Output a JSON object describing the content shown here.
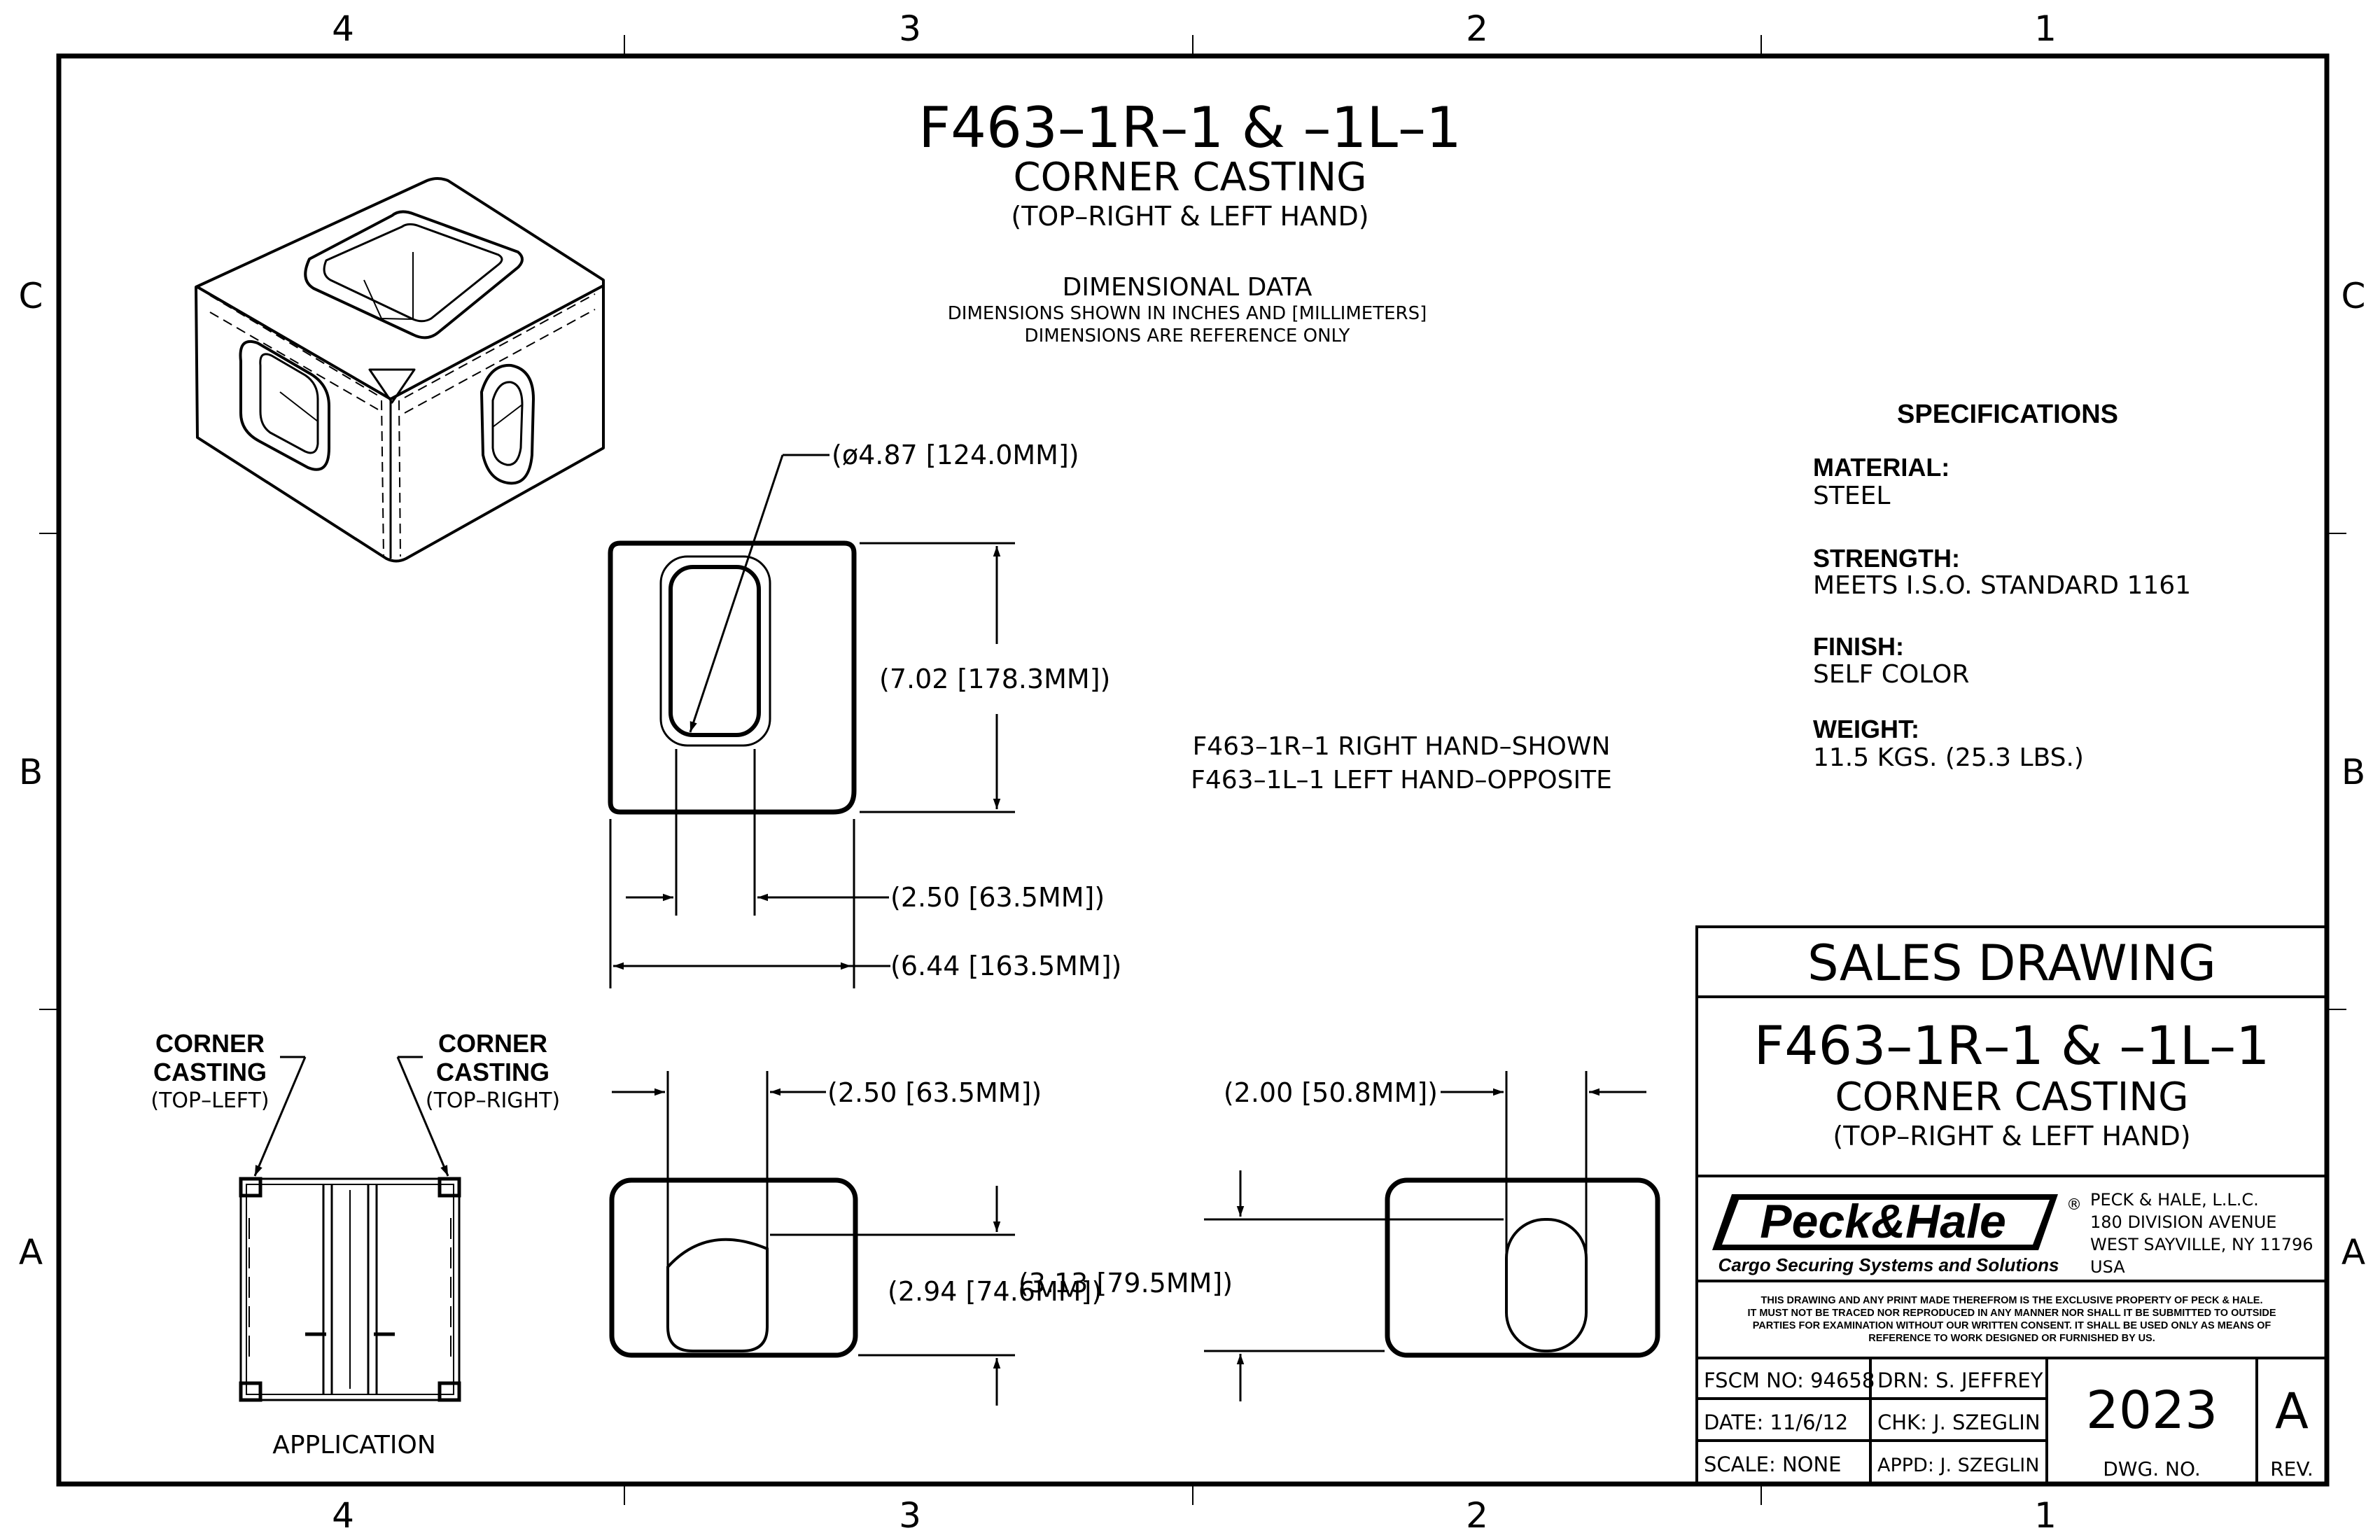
{
  "border": {
    "cols_top": [
      "4",
      "3",
      "2",
      "1"
    ],
    "cols_bottom": [
      "4",
      "3",
      "2",
      "1"
    ],
    "rows_left": [
      "C",
      "B",
      "A"
    ],
    "rows_right": [
      "C",
      "B",
      "A"
    ]
  },
  "title": {
    "part": "F463–1R–1 & –1L–1",
    "name": "CORNER CASTING",
    "hand": "(TOP–RIGHT & LEFT HAND)"
  },
  "dimensional": {
    "heading": "DIMENSIONAL DATA",
    "line1": "DIMENSIONS SHOWN IN INCHES AND [MILLIMETERS]",
    "line2": "DIMENSIONS ARE REFERENCE ONLY"
  },
  "dims": {
    "dia": "(ø4.87 [124.0MM])",
    "height": "(7.02 [178.3MM])",
    "slot_w": "(2.50 [63.5MM])",
    "width": "(6.44 [163.5MM])",
    "front_w": "(2.50 [63.5MM])",
    "side_w": "(2.00 [50.8MM])",
    "front_h": "(2.94 [74.6MM])",
    "side_h": "(3.13 [79.5MM])"
  },
  "hand_note": {
    "line1": "F463–1R–1 RIGHT HAND–SHOWN",
    "line2": "F463–1L–1 LEFT HAND–OPPOSITE"
  },
  "specs": {
    "heading": "SPECIFICATIONS",
    "items": [
      {
        "label": "MATERIAL:",
        "value": "STEEL"
      },
      {
        "label": "STRENGTH:",
        "value": "MEETS I.S.O. STANDARD 1161"
      },
      {
        "label": "FINISH:",
        "value": "SELF COLOR"
      },
      {
        "label": "WEIGHT:",
        "value": "11.5 KGS. (25.3 LBS.)"
      }
    ]
  },
  "application": {
    "left_line1": "CORNER",
    "left_line2": "CASTING",
    "left_line3": "(TOP–LEFT)",
    "right_line1": "CORNER",
    "right_line2": "CASTING",
    "right_line3": "(TOP–RIGHT)",
    "caption": "APPLICATION"
  },
  "title_block": {
    "sales": "SALES DRAWING",
    "part": "F463–1R–1 & –1L–1",
    "name": "CORNER CASTING",
    "hand": "(TOP–RIGHT & LEFT HAND)",
    "logo": "Peck&Hale",
    "tagline": "Cargo Securing Systems and Solutions",
    "company_line1": "PECK & HALE, L.L.C.",
    "company_line2": "180 DIVISION AVENUE",
    "company_line3": "WEST SAYVILLE, NY 11796",
    "company_line4": "USA",
    "notice1": "THIS DRAWING AND ANY PRINT MADE THEREFROM IS THE EXCLUSIVE PROPERTY OF PECK & HALE.",
    "notice2": "IT MUST NOT BE TRACED NOR REPRODUCED IN ANY MANNER NOR SHALL IT BE SUBMITTED TO OUTSIDE",
    "notice3": "PARTIES FOR EXAMINATION WITHOUT OUR WRITTEN CONSENT. IT SHALL BE USED ONLY AS MEANS OF",
    "notice4": "REFERENCE TO WORK DESIGNED OR FURNISHED BY US.",
    "fscm": "FSCM NO: 94658",
    "date": "DATE: 11/6/12",
    "scale": "SCALE: NONE",
    "drn": "DRN: S. JEFFREY",
    "chk": "CHK: J. SZEGLIN",
    "appd": "APPD: J. SZEGLIN",
    "dwg_no": "2023",
    "dwg_label": "DWG. NO.",
    "rev": "A",
    "rev_label": "REV."
  }
}
